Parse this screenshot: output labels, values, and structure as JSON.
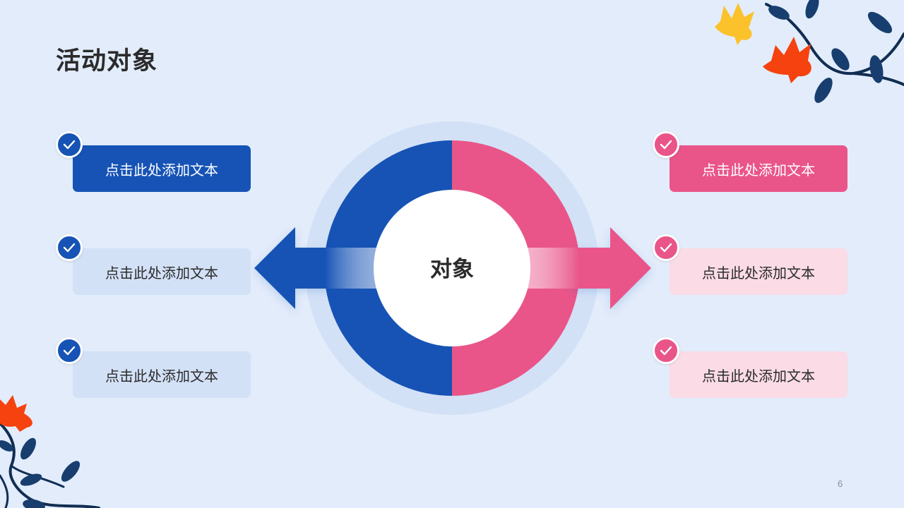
{
  "slide": {
    "title": "活动对象",
    "page_number": "6"
  },
  "diagram": {
    "center_label": "对象",
    "left_items": [
      {
        "text": "点击此处添加文本",
        "highlighted": true
      },
      {
        "text": "点击此处添加文本",
        "highlighted": false
      },
      {
        "text": "点击此处添加文本",
        "highlighted": false
      }
    ],
    "right_items": [
      {
        "text": "点击此处添加文本",
        "highlighted": true
      },
      {
        "text": "点击此处添加文本",
        "highlighted": false
      },
      {
        "text": "点击此处添加文本",
        "highlighted": false
      }
    ]
  },
  "colors": {
    "background": "#e2ecfb",
    "blue": "#1653b5",
    "pink": "#e95589",
    "light_blue_box": "#d3e1f7",
    "light_pink_box": "#fadbe6",
    "title_text": "#2b2b2b",
    "leaf_navy": "#173e6e",
    "leaf_orange": "#f5420e",
    "leaf_yellow": "#fcc22c"
  },
  "icons": {
    "check": "checkmark-icon",
    "decoration": "floral-branch-decoration"
  }
}
